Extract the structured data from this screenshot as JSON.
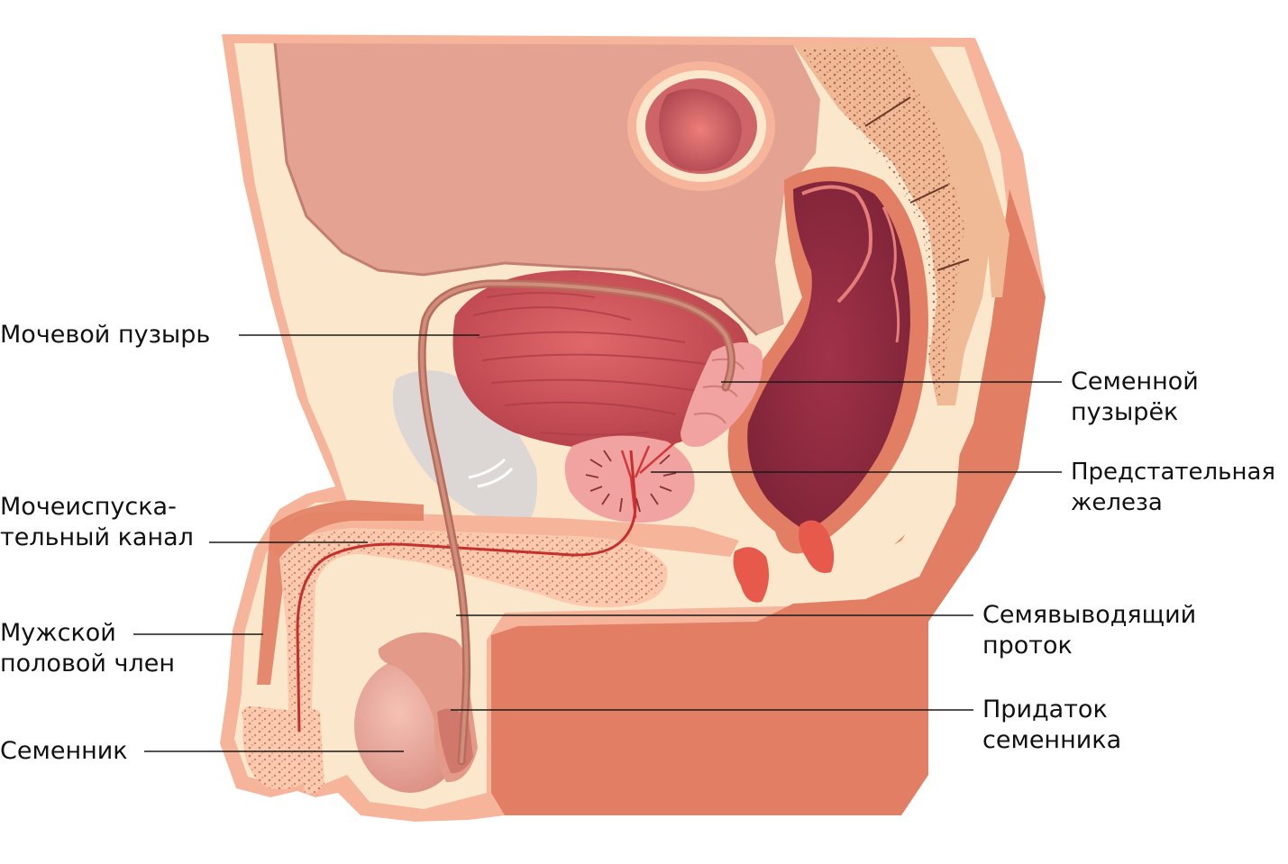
{
  "diagram": {
    "palette": {
      "skin": "#f6b59b",
      "fat": "#fbe8cc",
      "muscle": "#e27e64",
      "peritoneum": "#e4a293",
      "bladder": "#d2595e",
      "rectum": "#b03a52",
      "prostate": "#f1a3a1",
      "spongy": "#fbc9ad",
      "dots": "#b15b48",
      "bone": "#f0ba96",
      "line": "#1a1a1a"
    },
    "labels": {
      "bladder": "Мочевой пузырь",
      "urethra": [
        "Мочеиспуска-",
        "тельный канал"
      ],
      "penis": [
        "Мужской",
        "половой член"
      ],
      "testis": "Семенник",
      "seminal_vesicle": [
        "Семенной",
        "пузырёк"
      ],
      "prostate": [
        "Предстательная",
        "железа"
      ],
      "vas_deferens": [
        "Семявыводящий",
        "проток"
      ],
      "epididymis": [
        "Придаток",
        "семенника"
      ]
    }
  }
}
